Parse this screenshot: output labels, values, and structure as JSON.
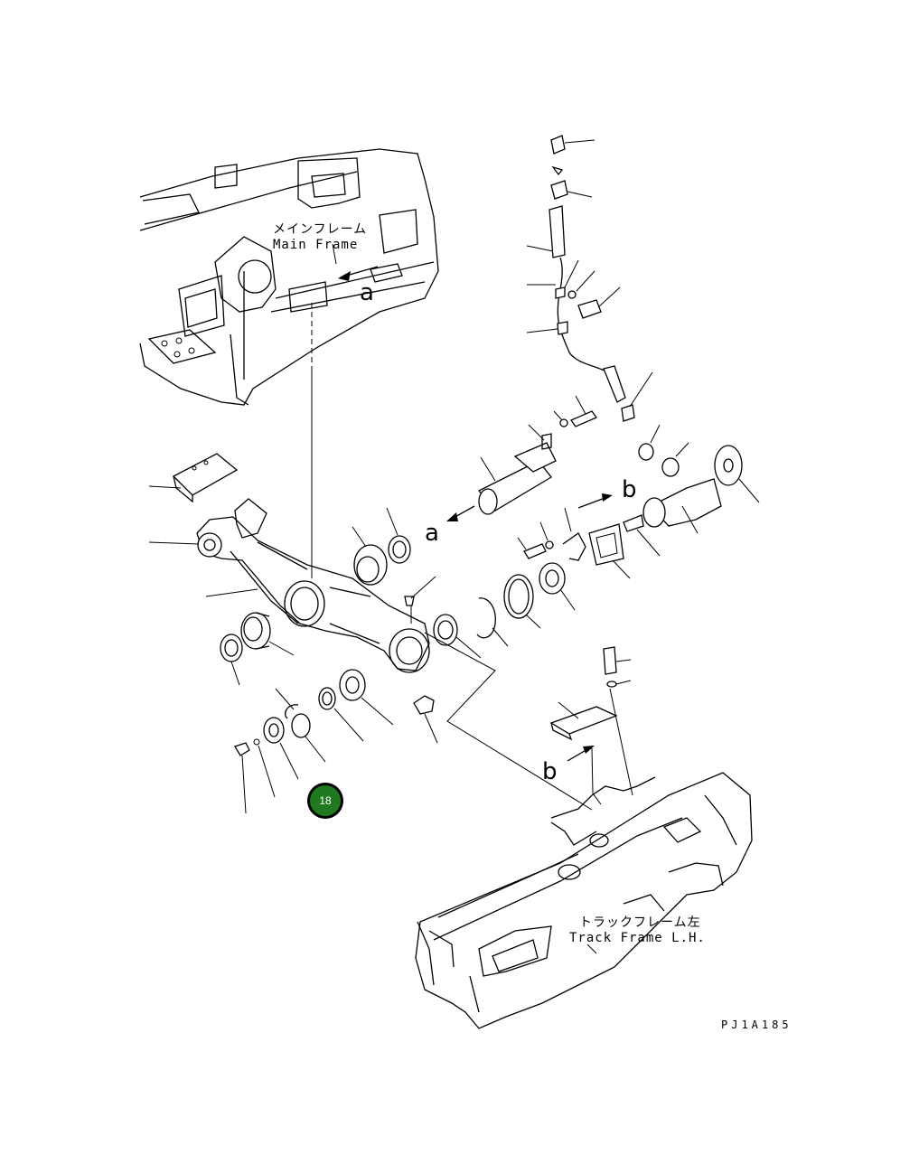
{
  "labels": {
    "main_frame_jp": "メインフレーム",
    "main_frame_en": "Main Frame",
    "track_frame_jp": "トラックフレーム左",
    "track_frame_en": "Track Frame L.H.",
    "view_a_1": "a",
    "view_a_2": "a",
    "view_b_1": "b",
    "view_b_2": "b",
    "drawing_code": "PJ1A185"
  },
  "callout": {
    "number": "18",
    "fill_color": "#1f7a1f",
    "ring_color": "#000000"
  },
  "colors": {
    "line": "#000000",
    "background": "#ffffff"
  }
}
